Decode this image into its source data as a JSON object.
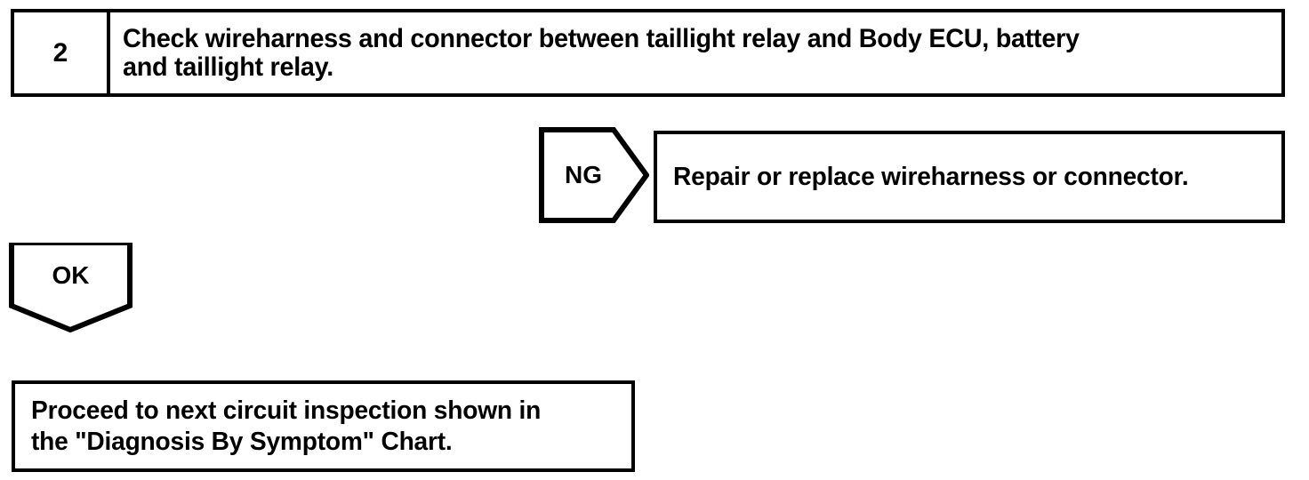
{
  "diagram": {
    "type": "troubleshooting-flowchart",
    "colors": {
      "line": "#000000",
      "background": "#ffffff",
      "text": "#000000"
    },
    "step": {
      "number": "2",
      "instruction": "Check wireharness and connector between taillight relay and Body ECU, battery\nand taillight relay."
    },
    "branches": {
      "ng": {
        "label": "NG",
        "shape": "pentagon-right",
        "result": "Repair or replace wireharness or connector."
      },
      "ok": {
        "label": "OK",
        "shape": "pentagon-down",
        "result": "Proceed to next circuit inspection shown in\nthe \"Diagnosis By Symptom\" Chart."
      }
    }
  }
}
